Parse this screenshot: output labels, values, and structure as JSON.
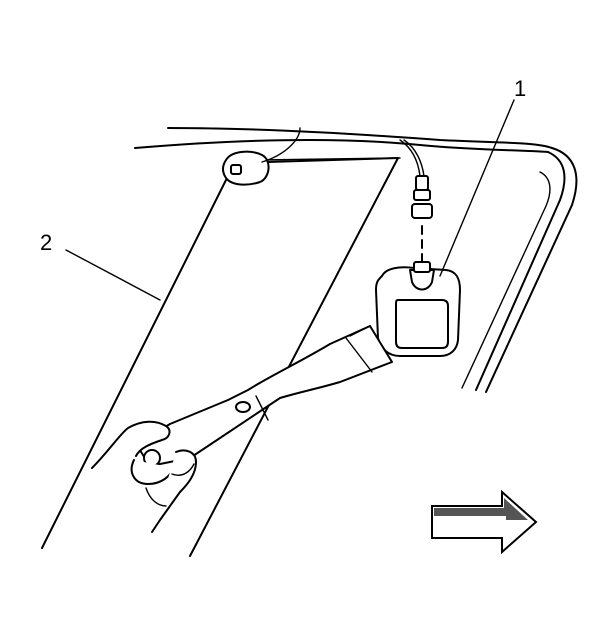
{
  "diagram": {
    "callouts": [
      {
        "id": "1",
        "label": "1"
      },
      {
        "id": "2",
        "label": "2"
      }
    ],
    "colors": {
      "line": "#000000",
      "background": "#ffffff",
      "arrow_shade": "#555555"
    },
    "icons": [
      "direction-arrow-icon"
    ]
  }
}
